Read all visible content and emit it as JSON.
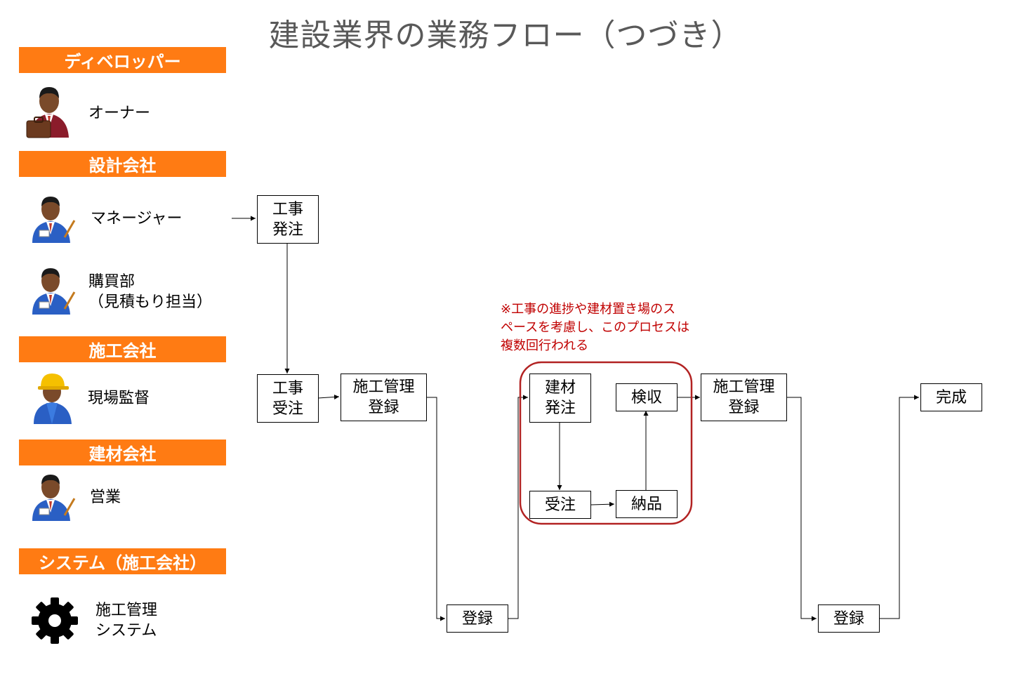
{
  "title": "建設業界の業務フロー（つづき）",
  "lanes": [
    {
      "header": "ディベロッパー",
      "roles": [
        {
          "name": "オーナー",
          "icon": "businessman-briefcase-icon"
        }
      ]
    },
    {
      "header": "設計会社",
      "roles": [
        {
          "name": "マネージャー",
          "icon": "businessman-badge-icon"
        },
        {
          "name": "購買部",
          "name2": "（見積もり担当）",
          "icon": "businessman-badge-icon"
        }
      ]
    },
    {
      "header": "施工会社",
      "roles": [
        {
          "name": "現場監督",
          "icon": "hardhat-worker-icon"
        }
      ]
    },
    {
      "header": "建材会社",
      "roles": [
        {
          "name": "営業",
          "icon": "businessman-badge-icon"
        }
      ]
    },
    {
      "header": "システム（施工会社）",
      "roles": [
        {
          "name": "施工管理",
          "name2": "システム",
          "icon": "gear-icon"
        }
      ]
    }
  ],
  "nodes": {
    "order_out": {
      "l1": "工事",
      "l2": "発注"
    },
    "order_in": {
      "l1": "工事",
      "l2": "受注"
    },
    "reg1": {
      "l1": "施工管理",
      "l2": "登録"
    },
    "sys1": {
      "l1": "登録"
    },
    "mat_order": {
      "l1": "建材",
      "l2": "発注"
    },
    "mat_recv": {
      "l1": "受注"
    },
    "deliver": {
      "l1": "納品"
    },
    "inspect": {
      "l1": "検収"
    },
    "reg2": {
      "l1": "施工管理",
      "l2": "登録"
    },
    "sys2": {
      "l1": "登録"
    },
    "done": {
      "l1": "完成"
    }
  },
  "note": {
    "line1": "※工事の進捗や建材置き場のス",
    "line2": "ペースを考慮し、このプロセスは",
    "line3": "複数回行われる"
  },
  "colors": {
    "header": "#ff7b13",
    "note": "#c00000",
    "title": "#595959",
    "loop": "#b22222"
  }
}
